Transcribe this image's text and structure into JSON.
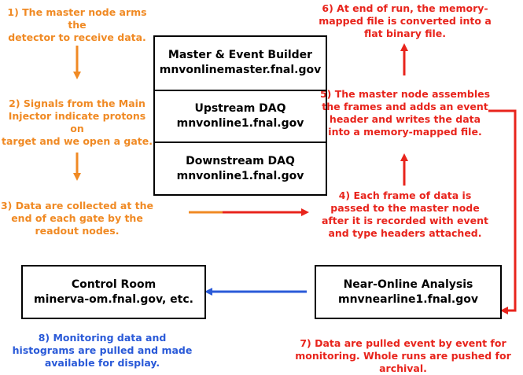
{
  "steps": {
    "s1": "1) The master node arms the\ndetector to receive data.",
    "s2": "2) Signals from the Main\nInjector indicate protons on\ntarget and we open a gate.",
    "s3": "3) Data are collected at the\nend of each gate by the\nreadout nodes.",
    "s4": "4) Each frame of data is\npassed to the master node\nafter it is recorded with event\nand type headers attached.",
    "s5": "5) The master node assembles\nthe frames and adds an event\nheader and writes the data\ninto a memory-mapped file.",
    "s6": "6) At end of run, the memory-\nmapped file is converted into a\nflat binary file.",
    "s7": "7) Data are pulled event by event for\nmonitoring.  Whole runs are pushed for archival.",
    "s8": "8) Monitoring data and\nhistograms are pulled and made\navailable for display."
  },
  "nodes": {
    "master": {
      "title": "Master & Event Builder",
      "host": "mnvonlinemaster.fnal.gov"
    },
    "upstream": {
      "title": "Upstream DAQ",
      "host": "mnvonline1.fnal.gov"
    },
    "downstream": {
      "title": "Downstream DAQ",
      "host": "mnvonline1.fnal.gov"
    },
    "control": {
      "title": "Control Room",
      "host": "minerva-om.fnal.gov, etc."
    },
    "nearline": {
      "title": "Near-Online Analysis",
      "host": "mnvnearline1.fnal.gov"
    }
  },
  "colors": {
    "orange": "#f08a24",
    "red": "#e8241c",
    "blue": "#2a5ad8"
  }
}
